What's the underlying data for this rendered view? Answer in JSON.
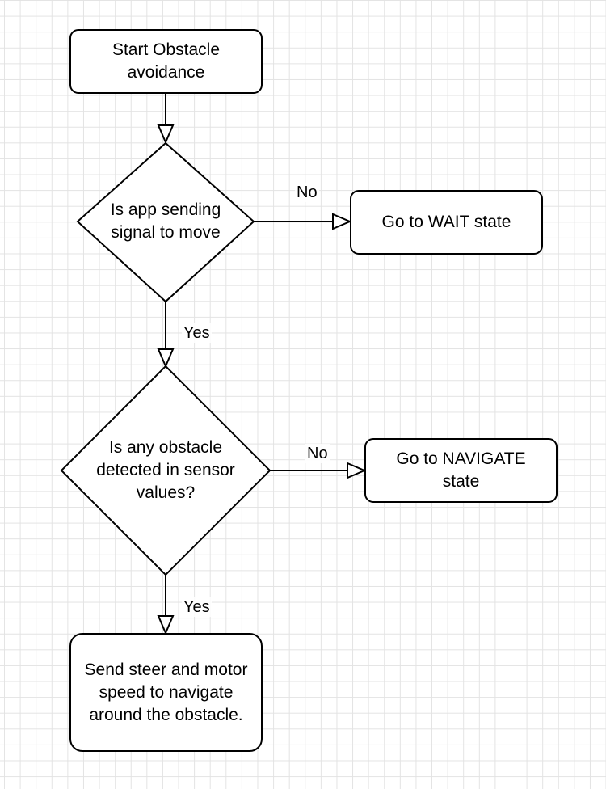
{
  "nodes": {
    "start": {
      "label": "Start Obstacle\navoidance"
    },
    "decision_app": {
      "label": "Is app sending\nsignal to move"
    },
    "wait": {
      "label": "Go to WAIT state"
    },
    "decision_obstacle": {
      "label": "Is any obstacle\ndetected in sensor\nvalues?"
    },
    "navigate": {
      "label": "Go to NAVIGATE\nstate"
    },
    "steer": {
      "label": "Send steer and motor\nspeed to navigate\naround the obstacle."
    }
  },
  "edges": {
    "app_no": {
      "label": "No"
    },
    "app_yes": {
      "label": "Yes"
    },
    "obstacle_no": {
      "label": "No"
    },
    "obstacle_yes": {
      "label": "Yes"
    }
  },
  "colors": {
    "stroke": "#000000",
    "grid": "#e3e3e3",
    "background": "#ffffff"
  }
}
